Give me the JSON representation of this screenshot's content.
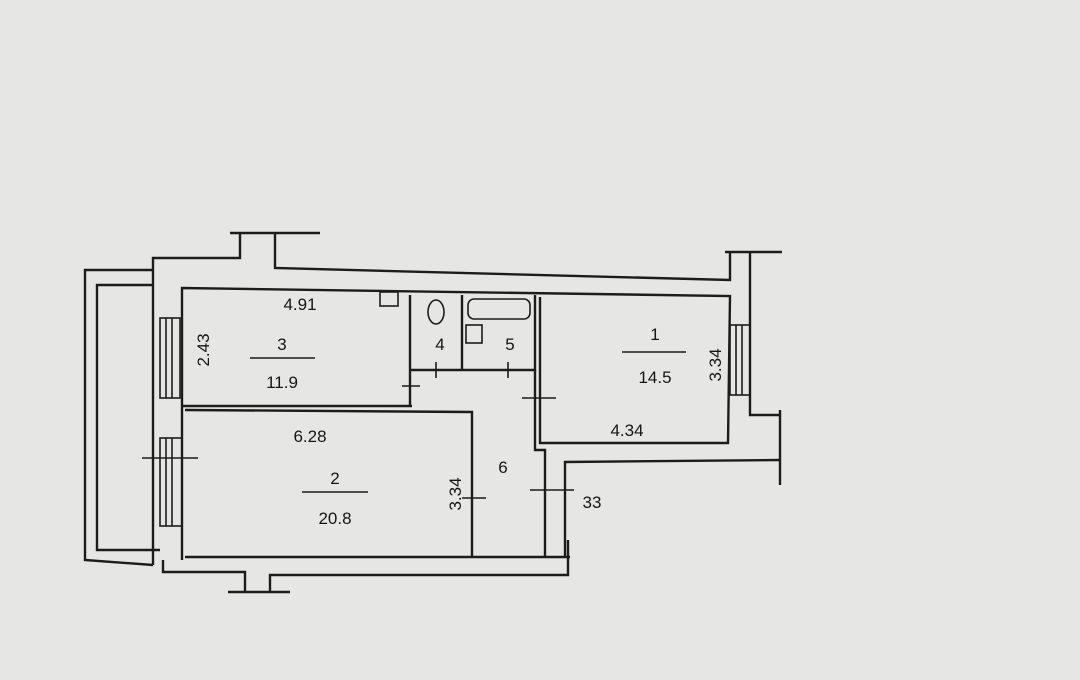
{
  "plan": {
    "rooms": [
      {
        "number": "1",
        "area": "14.5",
        "width": "4.34",
        "depth": "3.34"
      },
      {
        "number": "2",
        "area": "20.8",
        "width": "6.28",
        "depth": "3.34"
      },
      {
        "number": "3",
        "area": "11.9",
        "width": "4.91",
        "depth": "2.43"
      },
      {
        "number": "4"
      },
      {
        "number": "5"
      },
      {
        "number": "6"
      }
    ],
    "entrance_label": "33"
  },
  "colors": {
    "background": "#dcdcda",
    "lines": "#1c1c1c"
  }
}
